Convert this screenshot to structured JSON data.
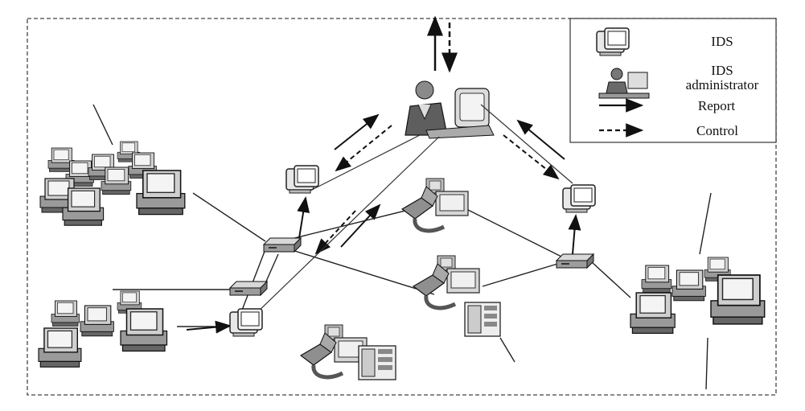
{
  "legend": {
    "items": [
      {
        "key": "ids",
        "icon": "ids-monitor-icon",
        "label": "IDS"
      },
      {
        "key": "admin",
        "icon": "administrator-icon",
        "label_line1": "IDS",
        "label_line2": "administrator"
      },
      {
        "key": "report",
        "icon": "solid-arrow-icon",
        "label": "Report"
      },
      {
        "key": "control",
        "icon": "dashed-arrow-icon",
        "label": "Control"
      }
    ]
  },
  "nodes": [
    {
      "name": "ids-administrator",
      "icon": "administrator-icon"
    },
    {
      "name": "ids-sensor-left",
      "icon": "ids-monitor-icon"
    },
    {
      "name": "ids-sensor-right",
      "icon": "ids-monitor-icon"
    },
    {
      "name": "ids-sensor-bottom",
      "icon": "ids-monitor-icon"
    },
    {
      "name": "router-center",
      "icon": "router-icon"
    },
    {
      "name": "router-left",
      "icon": "router-icon"
    },
    {
      "name": "router-right",
      "icon": "router-icon"
    },
    {
      "name": "workstation-cluster-top-left",
      "icon": "computer-icon"
    },
    {
      "name": "workstation-cluster-bottom-left",
      "icon": "computer-icon"
    },
    {
      "name": "workstation-cluster-right",
      "icon": "computer-icon"
    },
    {
      "name": "attacker-terminal-top",
      "icon": "attacker-terminal-icon"
    },
    {
      "name": "attacker-terminal-middle",
      "icon": "attacker-terminal-icon"
    },
    {
      "name": "attacker-terminal-bottom",
      "icon": "attacker-terminal-icon"
    }
  ],
  "colors": {
    "stroke": "#1a1a1a",
    "screen": "#d9d9d9",
    "body": "#bdbdbd",
    "dark": "#555555",
    "frame": "#444444"
  }
}
